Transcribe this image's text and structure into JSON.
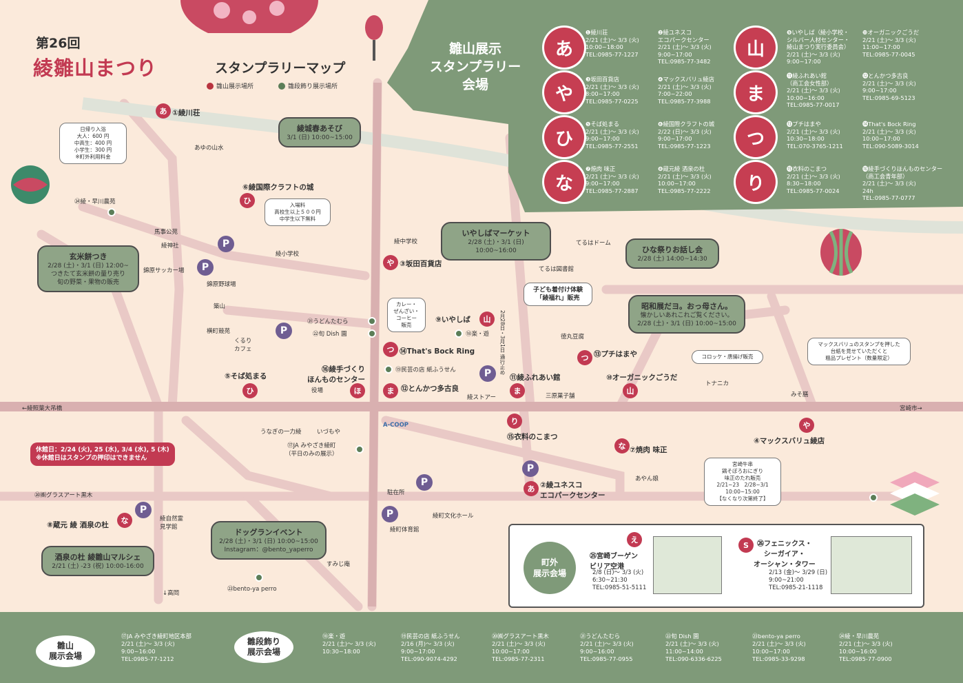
{
  "title": {
    "edition": "第26回",
    "main": "綾雛山まつり",
    "sub": "スタンプラリーマップ"
  },
  "legend": {
    "hina": "雛山展示場所",
    "tsurushi": "雛段飾り展示場所"
  },
  "panel": {
    "title": "雛山展示\nスタンプラリー\n会場",
    "flowers_left": [
      "あ",
      "や",
      "ひ",
      "な"
    ],
    "flowers_right": [
      "山",
      "ま",
      "つ",
      "り"
    ],
    "venues": [
      "❶綾川荘\n2/21 (土)～ 3/3 (火)\n10:00~18:00\nTEL:0985-77-1227",
      "❷綾ユネスコ\nエコパークセンター\n2/21 (土)～ 3/3 (火)\n9:00~17:00\nTEL:0985-77-3482",
      "❸坂田百貨店\n2/21 (土)～ 3/3 (火)\n8:00~17:00\nTEL:0985-77-0225",
      "❹マックスバリュ綾店\n2/21 (土)～ 3/3 (火)\n7:00~22:00\nTEL:0985-77-3988",
      "❺そば処まる\n2/21 (土)～ 3/3 (火)\n9:00~17:00\nTEL:0985-77-2551",
      "❻綾国際クラフトの城\n2/22 (日)～ 3/3 (火)\n9:00~17:00\nTEL:0985-77-1223",
      "❼焼肉 味正\n2/21 (土)～ 3/3 (火)\n9:00~17:00\nTEL:0985-77-2887",
      "❽蔵元綾 酒泉の杜\n2/21 (土)～ 3/3 (火)\n10:00~17:00\nTEL:0985-77-2222",
      "❾いやしば（綾小学校・\nシルバー人材センター・\n綾山まつり実行委員会）\n2/21 (土)～ 3/3 (火)\n9:00~17:00",
      "❿オーガニックごうだ\n2/21 (土)～ 3/3 (火)\n11:00~17:00\nTEL:0985-77-0045",
      "⓫綾ふれあい館\n（商工会女性部）\n2/21 (土)～ 3/3 (火)\n10:00~16:00\nTEL:0985-77-0017",
      "⓬とんかつ多古良\n2/21 (土)～ 3/3 (火)\n9:00~17:00\nTEL:0985-69-5123",
      "⓭プチはまや\n2/21 (土)～ 3/3 (火)\n10:30~18:00\nTEL:070-3765-1211",
      "⓮That's Bock Ring\n2/21 (土)～ 3/3 (火)\n10:00~17:00\nTEL:090-5089-3014",
      "⓯衣料のこまつ\n2/21 (土)～ 3/3 (火)\n8:30~18:00\nTEL:0985-77-0024",
      "⓰綾手づくりほんものセンター\n（商工会青年部）\n2/21 (土)～ 3/3 (火)\n24h\nTEL:0985-77-0777"
    ]
  },
  "map": {
    "places": [
      {
        "pin": "あ",
        "label": "①綾川荘"
      },
      {
        "pin": "ひ",
        "label": "⑥綾国際クラフトの城"
      },
      {
        "pin": "や",
        "label": "③坂田百貨店"
      },
      {
        "pin": "山",
        "label": "⑨いやしば"
      },
      {
        "pin": "つ",
        "label": "⑭That's Bock Ring"
      },
      {
        "pin": "ほ",
        "label": "⑯綾手づくり\nほんものセンター"
      },
      {
        "pin": "ま",
        "label": "⑫とんかつ多古良"
      },
      {
        "pin": "ひ",
        "label": "⑤そば処まる"
      },
      {
        "pin": "ま",
        "label": "⑪綾ふれあい館"
      },
      {
        "pin": "つ",
        "label": "⑬プチはまや"
      },
      {
        "pin": "山",
        "label": "⑩オーガニックごうだ"
      },
      {
        "pin": "や",
        "label": "④マックスバリュ綾店"
      },
      {
        "pin": "り",
        "label": "⑮衣料のこまつ"
      },
      {
        "pin": "な",
        "label": "⑦焼肉 味正"
      },
      {
        "pin": "あ",
        "label": "②綾ユネスコ\nエコパークセンター"
      },
      {
        "pin": "な",
        "label": "⑧蔵元 綾 酒泉の杜"
      }
    ],
    "green_spots": [
      "㉔綾・早川農苑",
      "㉑うどんたむら",
      "㉒旬 Dish 園",
      "⑱楽・遊",
      "⑲民芸の店 紙ふうせん",
      "⑰JA みやざき綾町\n（平日のみの展示）",
      "⑳㈱グラスアート黒木",
      "㉓bento-ya perro"
    ],
    "small_labels": [
      "あゆの山水",
      "馬事公苑",
      "綾神社",
      "錦原サッカー場",
      "錦原野球場",
      "築山",
      "綾小学校",
      "綾中学校",
      "横町競苑",
      "くるり\nカフェ",
      "役場",
      "綾ストアー",
      "三原菓子舗",
      "トナニカ",
      "みそ膳",
      "てるはドーム",
      "てるは図書館",
      "徳丸豆腐",
      "うなぎの一力綾",
      "いづもや",
      "駐在所",
      "綾町文化ホール",
      "綾町体育館",
      "すみじ庵",
      "綾自然霊\n見学館",
      "あやん娘",
      "↓高岡",
      "←綾照葉大吊橋",
      "宮崎市→",
      "A-COOP",
      "2月28日・3月1日 通行止め"
    ],
    "notes": {
      "onsen": "日帰り入浴\n大人：600 円\n中高生：400 円\n小学生：300 円\n※町外利用料金",
      "castle": "入場料\n高校生以上５００円\n中学生以下無料",
      "cafe": "カレー・\nぜんざい・\nコーヒー\n販売",
      "kids": "子ども着付け体験\n「綾福れ」販売",
      "croquette": "コロッケ・唐揚げ販売",
      "max": "マックスバリュのスタンプを押した\n台紙を見せていただくと\n粗品プレゼント（数量限定）",
      "gyuniku": "宮崎牛串\n鶏そぼろおにぎり\n味正のたれ販売\n2/21~23　2/28~3/1\n10:00~15:00\n【なくなり次第終了】"
    },
    "holiday": "休館日：2/24 (火), 25 (水), 3/4 (水), 5 (木)\n※休館日はスタンプの押印はできません",
    "bubbles": [
      {
        "t": "綾城春あそび",
        "d": "3/1 (日) 10:00~15:00"
      },
      {
        "t": "玄米餅つき",
        "d": "2/28 (土)・3/1 (日) 12:00~\nつきたて玄米餅の量り売り\n旬の野菜・果物の販売"
      },
      {
        "t": "いやしばマーケット",
        "d": "2/28 (土)・3/1 (日) 10:00~16:00"
      },
      {
        "t": "ひな祭りお話し会",
        "d": "2/28 (土) 14:00~14:30"
      },
      {
        "t": "昭和展だヨ。おっ母さん。",
        "d": "懐かしいあれこれご覧ください。\n2/28 (土)・3/1 (日) 10:00~15:00"
      },
      {
        "t": "酒泉の杜 綾雛山マルシェ",
        "d": "2/21 (土) -23 (祝) 10:00-16:00"
      },
      {
        "t": "ドッグランイベント",
        "d": "2/28 (土)・3/1 (日) 10:00~15:00\nInstagram：@bento_yaperro"
      }
    ]
  },
  "outside": {
    "title": "町外\n展示会場",
    "a": {
      "pin": "え",
      "label": "㉕宮崎ブーゲン\nビリア空港",
      "info": "2/8 (日)～ 3/3 (火)\n6:30~21:30\nTEL:0985-51-5111"
    },
    "b": {
      "pin": "S",
      "label": "㉖フェニックス・\nシーガイア・\nオーシャン・タワー",
      "info": "2/13 (金)～ 3/29 (日)\n9:00~21:00\nTEL:0985-21-1118"
    }
  },
  "footer": {
    "hina_head": "雛山\n展示会場",
    "dan_head": "雛段飾り\n展示会場",
    "cols": [
      "⑰JA みやざき綾町地区本部\n2/21 (土)～ 3/3 (火)\n9:00~16:00\nTEL:0985-77-1212",
      "⑱楽・遊\n2/21 (土)～ 3/3 (火)\n10:30~18:00",
      "⑲民芸の店 紙ふうせん\n2/16 (月)～ 3/3 (火)\n9:00~17:00\nTEL:090-9074-4292",
      "⑳㈱グラスアート黒木\n2/21 (土)～ 3/3 (火)\n10:00~17:00\nTEL:0985-77-2311",
      "㉑うどんたむら\n2/21 (土)～ 3/3 (火)\n9:00~16:00\nTEL:0985-77-0955",
      "㉒旬 Dish 園\n2/21 (土)～ 3/3 (火)\n11:00~14:00\nTEL:090-6336-6225",
      "㉓bento-ya perro\n2/21 (土)～ 3/3 (火)\n10:00~17:00\nTEL:0985-33-9298",
      "㉔綾・早川農苑\n2/21 (土)～ 3/3 (火)\n10:00~16:00\nTEL:0985-77-0900"
    ]
  }
}
